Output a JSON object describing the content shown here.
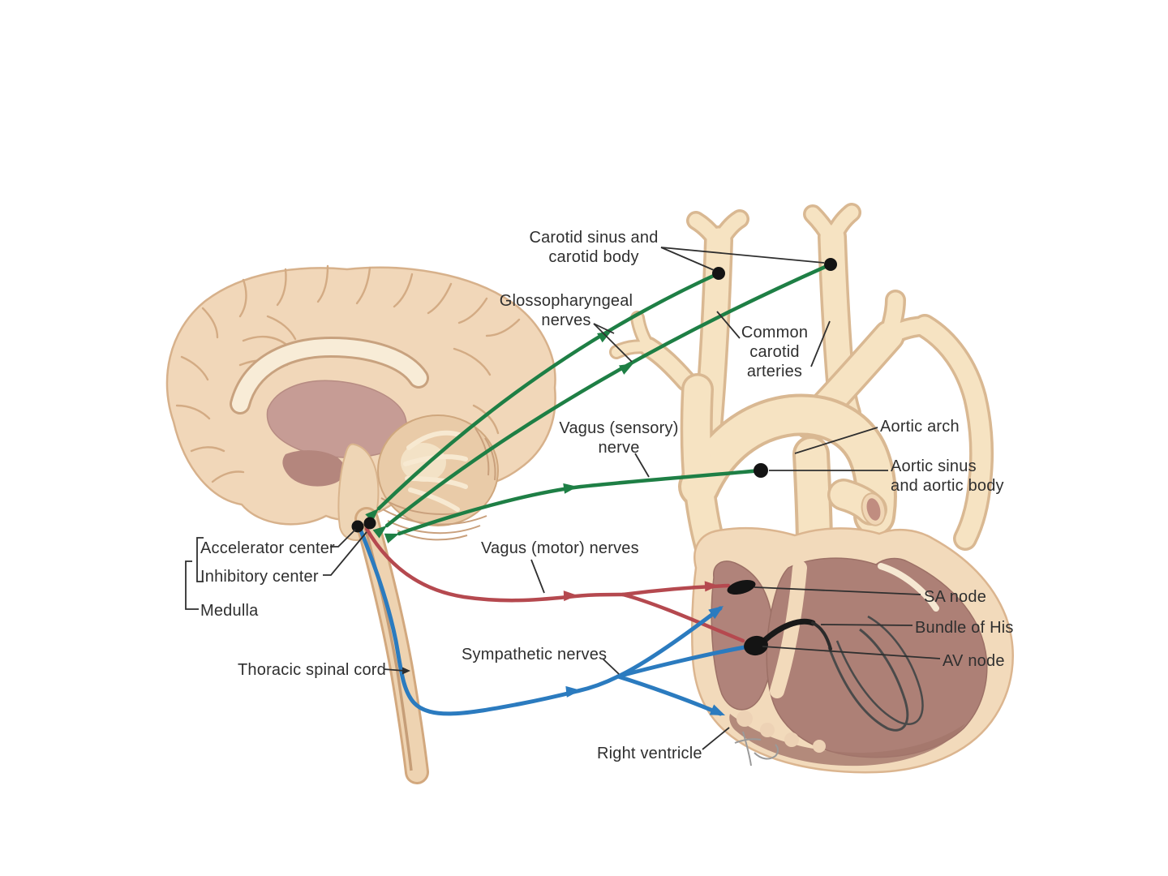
{
  "labels": {
    "carotid_sinus": "Carotid sinus and\ncarotid body",
    "glossopharyngeal": "Glossopharyngeal\nnerves",
    "common_carotid": "Common\ncarotid\narteries",
    "vagus_sensory": "Vagus (sensory)\nnerve",
    "aortic_arch": "Aortic arch",
    "aortic_sinus": "Aortic sinus\nand aortic body",
    "accelerator_center": "Accelerator center",
    "inhibitory_center": "Inhibitory center",
    "medulla": "Medulla",
    "vagus_motor": "Vagus (motor) nerves",
    "thoracic_spinal_cord": "Thoracic spinal cord",
    "sympathetic": "Sympathetic nerves",
    "sa_node": "SA node",
    "bundle_of_his": "Bundle of His",
    "av_node": "AV node",
    "right_ventricle": "Right ventricle"
  },
  "colors": {
    "background": "#ffffff",
    "sensory_nerve_green": "#1e7f45",
    "vagus_motor_red": "#b5494f",
    "sympathetic_blue": "#2b7bbf",
    "body_cream": "#f2dabb",
    "vessel_cream": "#f6e3c2",
    "brain_tan": "#f1d7b9",
    "inner_mauve": "#c69c95",
    "heart_muscle": "#ad8076",
    "node_black": "#141414",
    "label_text": "#2f2f2f"
  }
}
